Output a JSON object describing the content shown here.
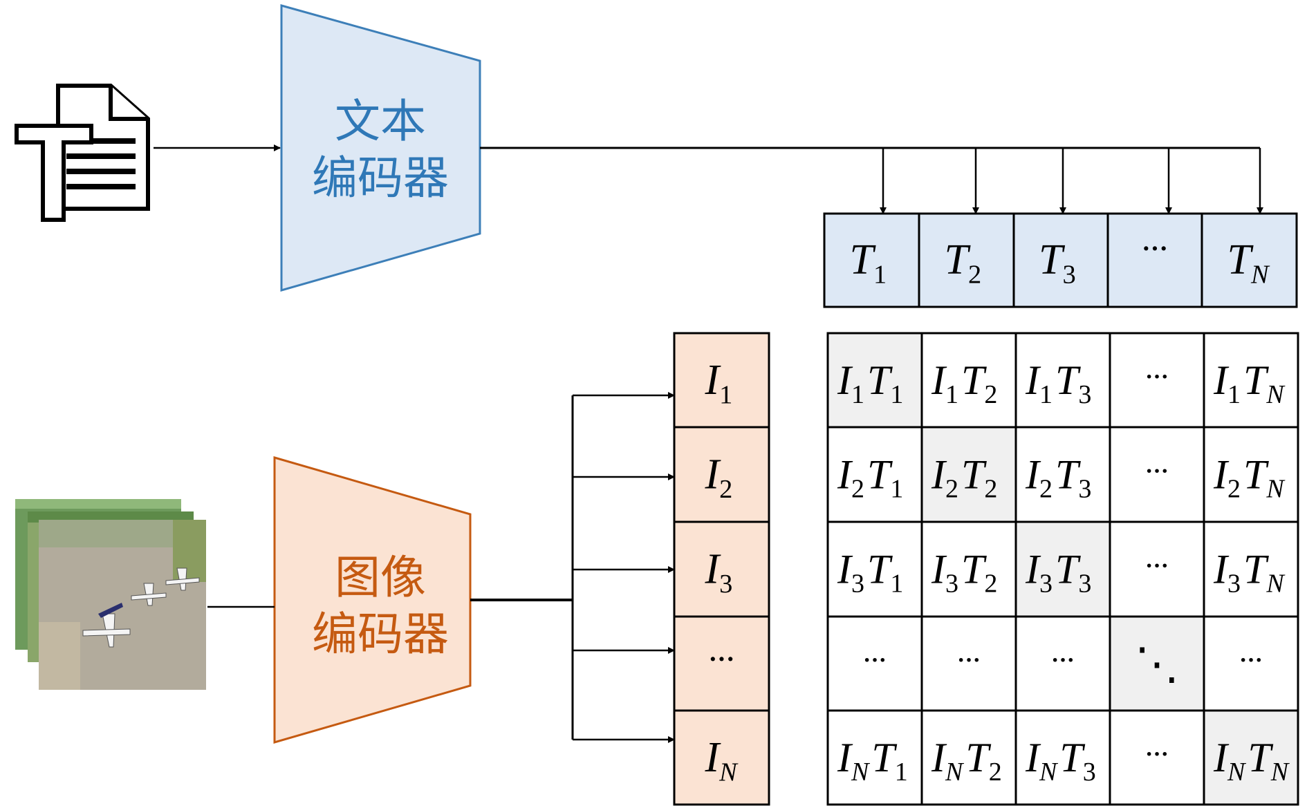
{
  "text_encoder": {
    "line1": "文本",
    "line2": "编码器"
  },
  "image_encoder": {
    "line1": "图像",
    "line2": "编码器"
  },
  "text_features": [
    {
      "base": "T",
      "sub": "1"
    },
    {
      "base": "T",
      "sub": "2"
    },
    {
      "base": "T",
      "sub": "3"
    },
    {
      "ellipsis": "···"
    },
    {
      "base": "T",
      "sub": "N"
    }
  ],
  "image_features": [
    {
      "base": "I",
      "sub": "1"
    },
    {
      "base": "I",
      "sub": "2"
    },
    {
      "base": "I",
      "sub": "3"
    },
    {
      "ellipsis": "···"
    },
    {
      "base": "I",
      "sub": "N"
    }
  ],
  "matrix": {
    "row_subs": [
      "1",
      "2",
      "3",
      "",
      "N"
    ],
    "col_subs": [
      "1",
      "2",
      "3",
      "",
      "N"
    ],
    "ellipsis": "···",
    "diag_ellipsis": "⋱"
  },
  "colors": {
    "text_fill": "#dde8f5",
    "text_stroke": "#3d7fb8",
    "text_label": "#2f78b7",
    "image_fill": "#fbe3d3",
    "image_stroke": "#c55a11",
    "image_label": "#c55a11",
    "diag_fill": "#f0f0f0",
    "line": "#000000"
  },
  "icons": [
    "text-document-icon",
    "aerial-image-stack-icon"
  ]
}
